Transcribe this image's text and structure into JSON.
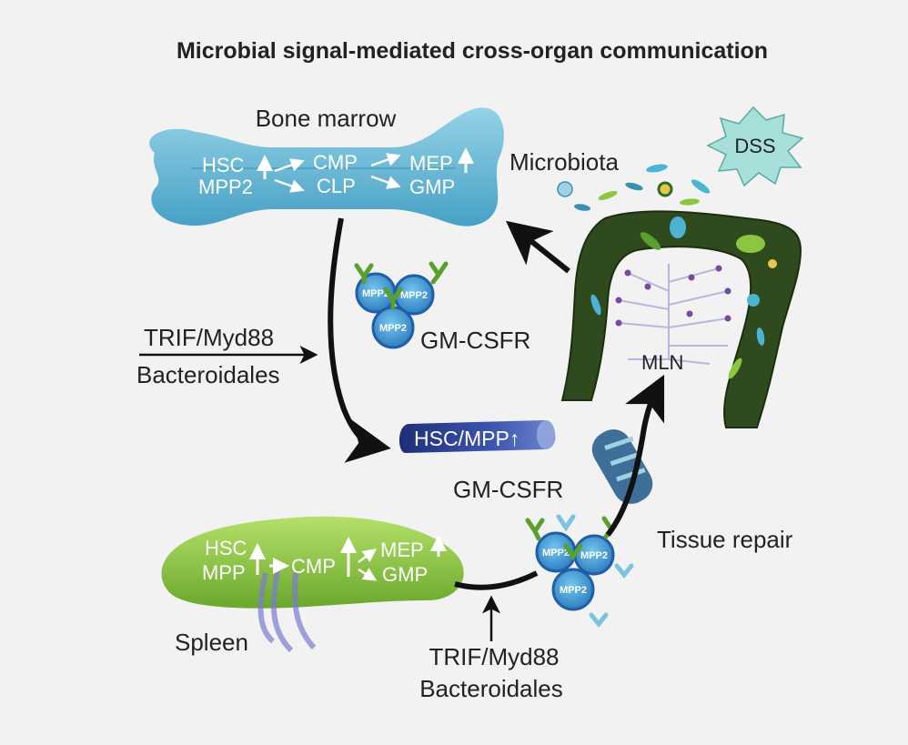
{
  "title": "Microbial signal-mediated cross-organ communication",
  "labels": {
    "bone_marrow": "Bone marrow",
    "microbiota": "Microbiota",
    "dss": "DSS",
    "mln": "MLN",
    "gm_csfr_top": "GM-CSFR",
    "gm_csfr_mid": "GM-CSFR",
    "tissue_repair": "Tissue repair",
    "spleen": "Spleen",
    "hsc_mpp_up": "HSC/MPP↑"
  },
  "signals_left": {
    "line1": "TRIF/Myd88",
    "line2": "Bacteroidales"
  },
  "signals_bottom": {
    "line1": "TRIF/Myd88",
    "line2": "Bacteroidales"
  },
  "bone_cells": {
    "hsc": "HSC",
    "mpp2": "MPP2",
    "cmp": "CMP",
    "clp": "CLP",
    "mep": "MEP",
    "gmp": "GMP"
  },
  "spleen_cells": {
    "hsc": "HSC",
    "mpp": "MPP",
    "cmp": "CMP",
    "mep": "MEP",
    "gmp": "GMP"
  },
  "cluster_top": {
    "cell_a": "MPP2",
    "cell_b": "MPP2",
    "cell_c": "MPP2"
  },
  "cluster_mid": {
    "cell_a": "MPP2",
    "cell_b": "MPP2",
    "cell_c": "MPP2"
  },
  "colors": {
    "background": "#f2f2f2",
    "bone": "#5fb7d6",
    "spleen": "#8cc63f",
    "colon": "#2f4a1c",
    "cell": "#1f5fa8",
    "receptor_green": "#5aa02c",
    "receptor_blue": "#7cc3e0",
    "dss": "#9fdcd6",
    "hsc_banner": "#2a3f8f"
  }
}
